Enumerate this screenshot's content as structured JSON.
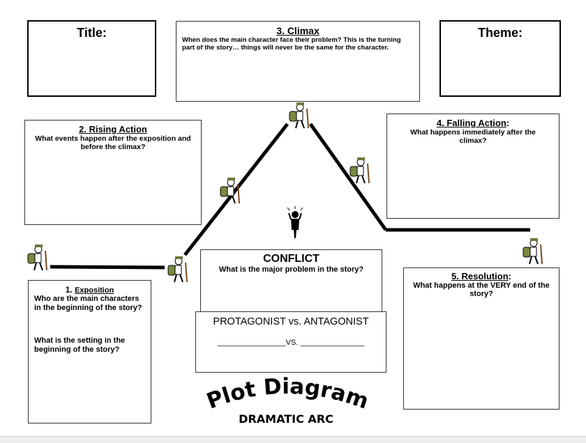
{
  "title_box": {
    "label": "Title:"
  },
  "theme_box": {
    "label": "Theme:"
  },
  "climax": {
    "heading": "3. Climax",
    "question": "When does the main character face their problem? This is the turning part of the story… things will never be the same for the character."
  },
  "rising": {
    "heading": "2. Rising Action",
    "question": "What events happen after the exposition and before the climax?"
  },
  "falling": {
    "heading": "4. Falling Action",
    "heading_suffix": ":",
    "question": "What happens immediately after the climax?"
  },
  "exposition": {
    "number": "1.",
    "heading": "Exposition",
    "question1": "Who are the main characters in the beginning of the story?",
    "question2": "What is the setting in the beginning of the story?"
  },
  "conflict": {
    "heading": "CONFLICT",
    "question": "What is the major problem in the story?"
  },
  "protagonist": {
    "heading": "PROTAGONIST vs. ANTAGONIST",
    "blank_line": "________________VS. _______________"
  },
  "resolution": {
    "heading": "5. Resolution",
    "heading_suffix": ":",
    "question": "What happens at the VERY end of the story?"
  },
  "footer": {
    "title": "Plot Diagram",
    "subtitle": "DRAMATIC ARC"
  }
}
